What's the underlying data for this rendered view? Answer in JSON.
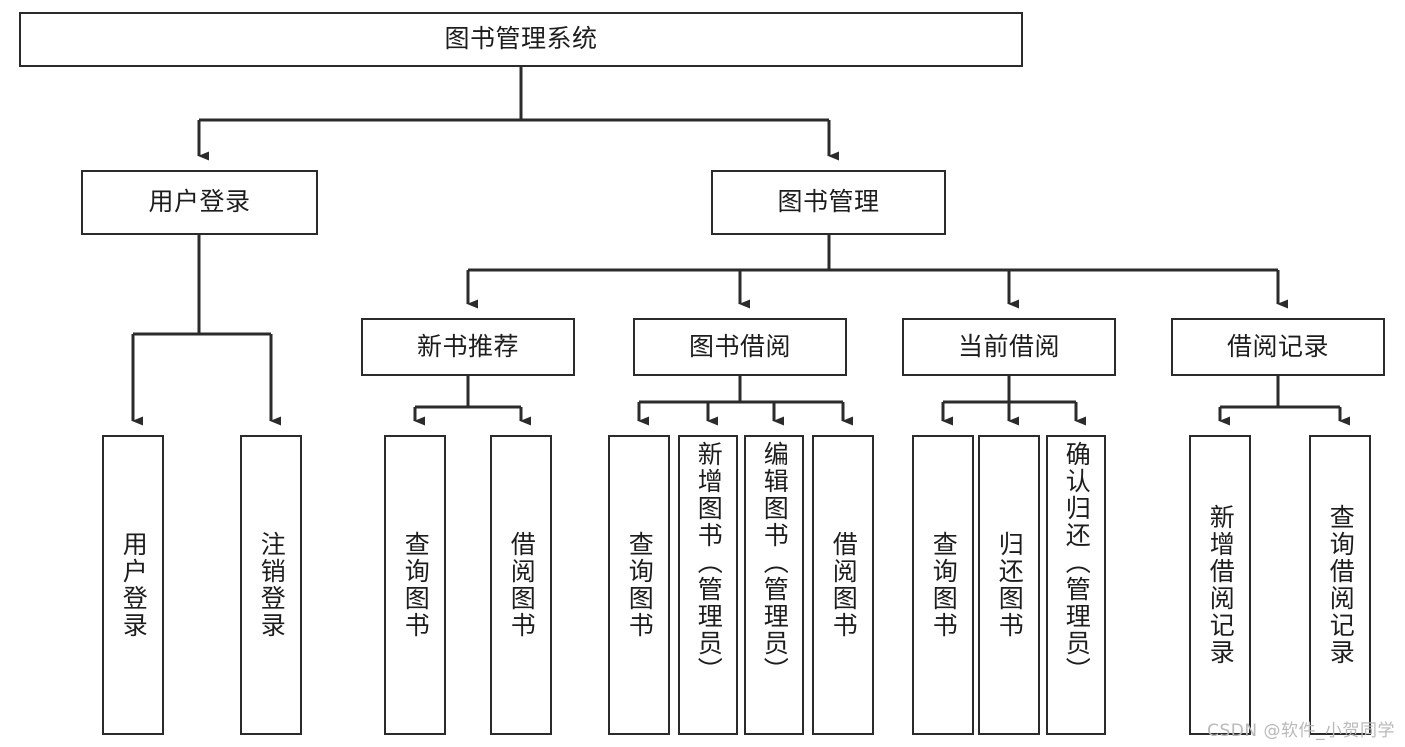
{
  "diagram": {
    "title": "图书管理系统",
    "type": "tree-hierarchy",
    "watermark": "CSDN @软件_小贺同学",
    "colors": {
      "background": "#ffffff",
      "stroke": "#2b2b2b",
      "text": "#1d1d1d",
      "watermark": "#b9b9b9"
    },
    "nodes": {
      "root": {
        "label": "图书管理系统"
      },
      "level2": [
        {
          "label": "用户登录"
        },
        {
          "label": "图书管理"
        }
      ],
      "level3": [
        {
          "label": "新书推荐"
        },
        {
          "label": "图书借阅"
        },
        {
          "label": "当前借阅"
        },
        {
          "label": "借阅记录"
        }
      ],
      "leaves": {
        "user_login": [
          {
            "label": "用户登录"
          },
          {
            "label": "注销登录"
          }
        ],
        "new_book": [
          {
            "label": "查询图书"
          },
          {
            "label": "借阅图书"
          }
        ],
        "borrow": [
          {
            "label": "查询图书"
          },
          {
            "label": "新增图书（管理员）"
          },
          {
            "label": "编辑图书（管理员）"
          },
          {
            "label": "借阅图书"
          }
        ],
        "current": [
          {
            "label": "查询图书"
          },
          {
            "label": "归还图书"
          },
          {
            "label": "确认归还（管理员）"
          }
        ],
        "records": [
          {
            "label": "新增借阅记录"
          },
          {
            "label": "查询借阅记录"
          }
        ]
      }
    }
  }
}
